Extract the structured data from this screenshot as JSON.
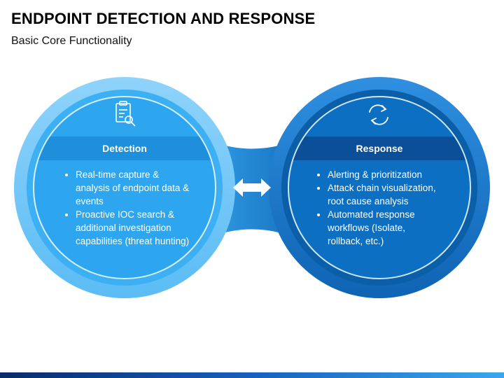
{
  "title": "ENDPOINT DETECTION AND RESPONSE",
  "subtitle": "Basic Core Functionality",
  "colors": {
    "left_light": "#5bbcf5",
    "left_mid": "#2ea6ef",
    "left_header": "#1e8fdb",
    "right_dark": "#0b5ea8",
    "right_mid": "#0d6fc2",
    "right_header": "#0a4f97",
    "connector": "#1a7fd0"
  },
  "left": {
    "icon": "clipboard-search-icon",
    "header": "Detection",
    "items": [
      "Real-time capture & analysis of endpoint data & events",
      "Proactive IOC search & additional investigation capabilities (threat hunting)"
    ]
  },
  "right": {
    "icon": "refresh-cycle-icon",
    "header": "Response",
    "items": [
      "Alerting & prioritization",
      "Attack chain visualization, root cause analysis",
      "Automated response workflows (Isolate, rollback, etc.)"
    ]
  },
  "connector_icon": "double-arrow-icon"
}
